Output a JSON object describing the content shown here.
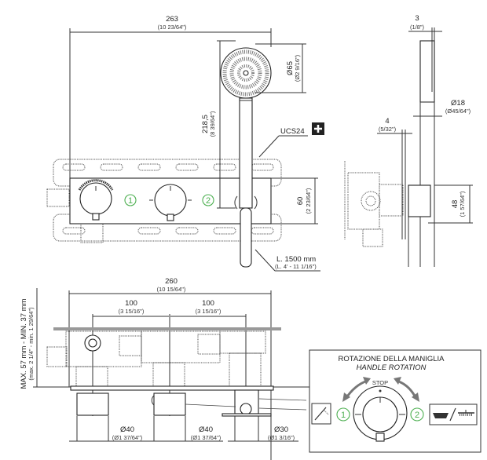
{
  "title": "Thermostatic concealed shower mixer – technical drawing",
  "front_view": {
    "width_total": {
      "mm": "263",
      "inch": "(10 23/64\")"
    },
    "hand_shower_height": {
      "mm": "218,5",
      "inch": "(8 39/64\")"
    },
    "hand_shower_diameter": {
      "mm": "Ø65",
      "inch": "(Ø2 9/16\")"
    },
    "plate_height": {
      "mm": "60",
      "inch": "(2 23/64\")"
    },
    "hose_length": {
      "mm": "L. 1500 mm",
      "inch": "(L. 4' - 11 1/16\")"
    },
    "holder_code": "UCS24",
    "outlet_markers": [
      "1",
      "2"
    ]
  },
  "side_view": {
    "holder_thickness": {
      "mm": "3",
      "inch": "(1/8\")"
    },
    "handle_diameter": {
      "mm": "Ø18",
      "inch": "(Ø45/64\")"
    },
    "plate_thickness": {
      "mm": "4",
      "inch": "(5/32\")"
    },
    "knob_height": {
      "mm": "48",
      "inch": "(1 57/64\")"
    }
  },
  "bottom_view": {
    "depth_range": {
      "mm": "MAX. 57 mm - MIN. 37 mm",
      "inch": "(max. 2 1/4\" - min. 1 29/64\")"
    },
    "body_width": {
      "mm": "260",
      "inch": "(10 15/64\")"
    },
    "spacing_1": {
      "mm": "100",
      "inch": "(3 15/16\")"
    },
    "spacing_2": {
      "mm": "100",
      "inch": "(3 15/16\")"
    },
    "knob_1_diameter": {
      "mm": "Ø40",
      "inch": "(Ø1 37/64\")"
    },
    "knob_2_diameter": {
      "mm": "Ø40",
      "inch": "(Ø1 37/64\")"
    },
    "outlet_diameter": {
      "mm": "Ø30",
      "inch": "(Ø1 3/16\")"
    }
  },
  "rotation_box": {
    "title": "ROTAZIONE DELLA MANIGLIA",
    "subtitle": "HANDLE ROTATION",
    "stop_label": "STOP",
    "left_marker": "1",
    "right_marker": "2",
    "left_icon": "hand-shower-icon",
    "right_icon": "bathtub-overhead-shower-icon"
  }
}
